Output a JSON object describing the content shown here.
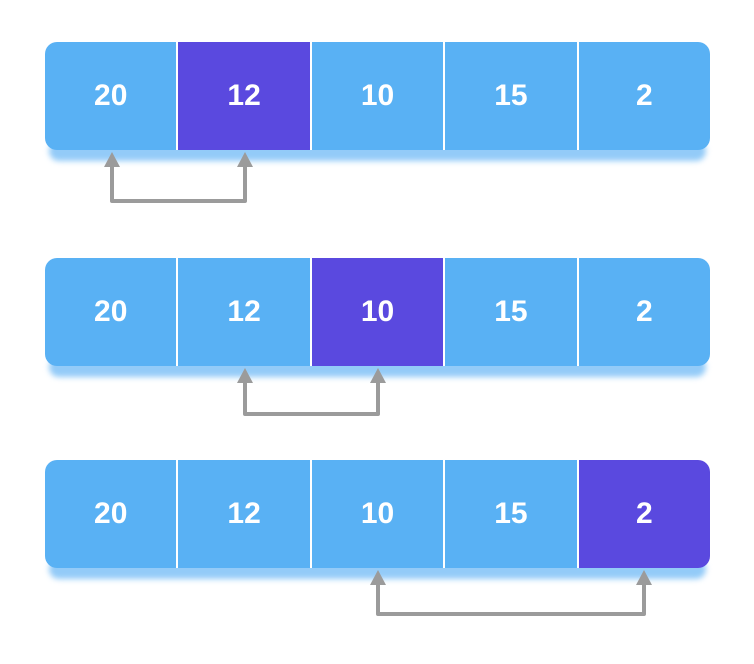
{
  "diagram": {
    "title": "array-comparison-steps",
    "rows": [
      {
        "values": [
          "20",
          "12",
          "10",
          "15",
          "2"
        ],
        "highlight_index": 1,
        "compare_indices": [
          0,
          1
        ]
      },
      {
        "values": [
          "20",
          "12",
          "10",
          "15",
          "2"
        ],
        "highlight_index": 2,
        "compare_indices": [
          1,
          2
        ]
      },
      {
        "values": [
          "20",
          "12",
          "10",
          "15",
          "2"
        ],
        "highlight_index": 4,
        "compare_indices": [
          2,
          4
        ]
      }
    ],
    "colors": {
      "cell": "#59b1f4",
      "highlight": "#5a49df",
      "shadow": "#93cbf8",
      "arrow": "#9b9b9b",
      "text": "#ffffff",
      "background": "#ffffff"
    }
  }
}
